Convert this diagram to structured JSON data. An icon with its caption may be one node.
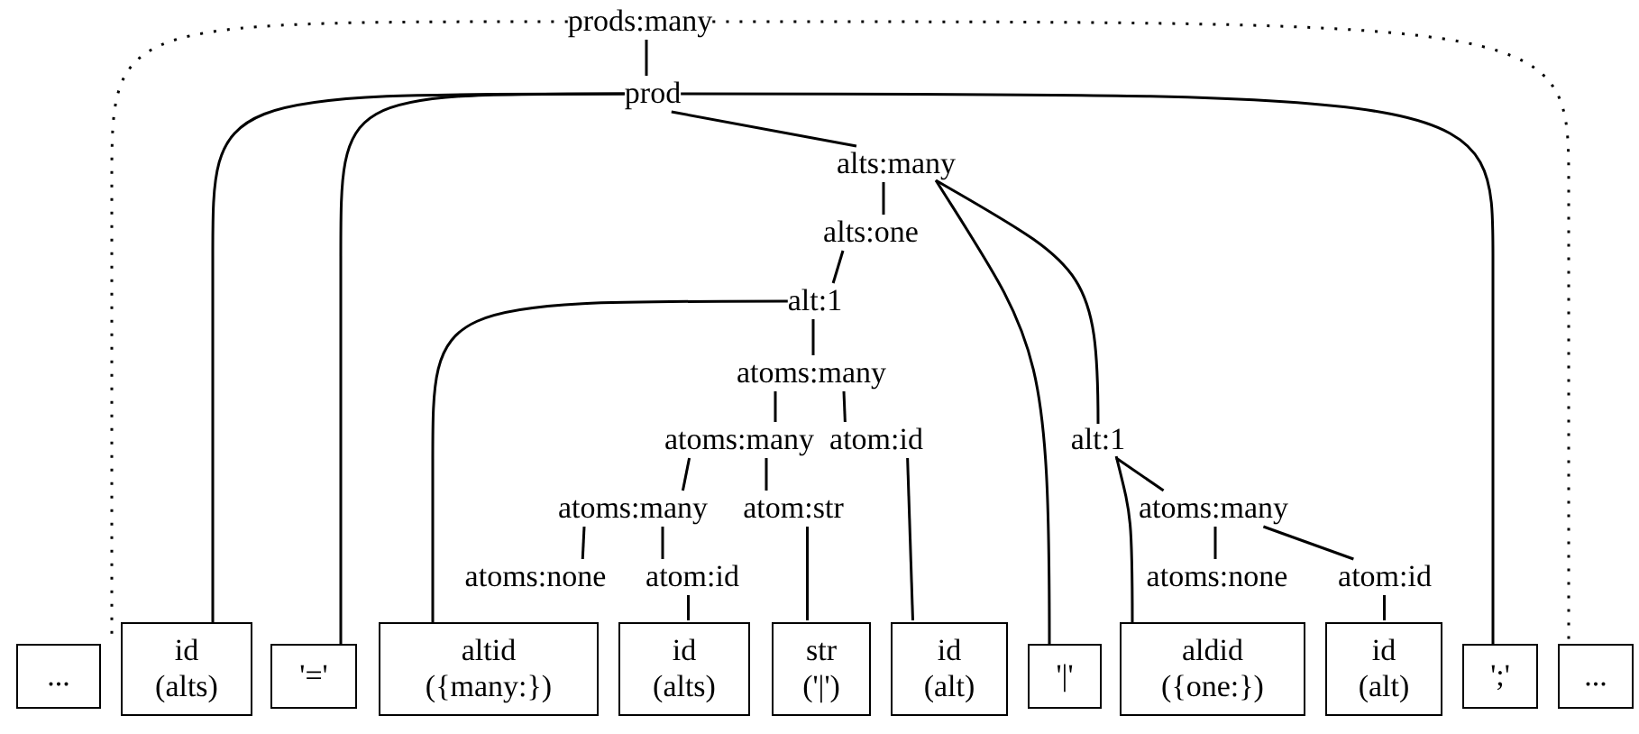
{
  "diagram": {
    "nodes": [
      {
        "text": [
          "prods:many"
        ]
      },
      {
        "text": [
          "prod"
        ]
      },
      {
        "text": [
          "alts:many"
        ]
      },
      {
        "text": [
          "alts:one"
        ]
      },
      {
        "text": [
          "alt:1"
        ]
      },
      {
        "text": [
          "atoms:many"
        ]
      },
      {
        "text": [
          "atoms:many"
        ]
      },
      {
        "text": [
          "atom:id"
        ]
      },
      {
        "text": [
          "atoms:many"
        ]
      },
      {
        "text": [
          "atom:str"
        ]
      },
      {
        "text": [
          "atoms:none"
        ]
      },
      {
        "text": [
          "atom:id"
        ]
      },
      {
        "text": [
          "alt:1"
        ]
      },
      {
        "text": [
          "atoms:many"
        ]
      },
      {
        "text": [
          "atoms:none"
        ]
      },
      {
        "text": [
          "atom:id"
        ]
      },
      {
        "text": [
          "..."
        ]
      },
      {
        "text": [
          "id",
          "(alts)"
        ]
      },
      {
        "text": [
          "'='"
        ]
      },
      {
        "text": [
          "altid",
          "({many:})"
        ]
      },
      {
        "text": [
          "id",
          "(alts)"
        ]
      },
      {
        "text": [
          "str",
          "('|')"
        ]
      },
      {
        "text": [
          "id",
          "(alt)"
        ]
      },
      {
        "text": [
          "'|'"
        ]
      },
      {
        "text": [
          "aldid",
          "({one:})"
        ]
      },
      {
        "text": [
          "id",
          "(alt)"
        ]
      },
      {
        "text": [
          "';'"
        ]
      },
      {
        "text": [
          "..."
        ]
      }
    ],
    "edges": [
      {
        "from": 0,
        "to": 1,
        "arrow": "none"
      },
      {
        "from": 0,
        "to": 16,
        "arrow": "none",
        "style": "dashed"
      },
      {
        "from": 0,
        "to": 27,
        "arrow": "none",
        "style": "dashed"
      },
      {
        "from": 1,
        "to": 17,
        "arrow": "none"
      },
      {
        "from": 1,
        "to": 18,
        "arrow": "none"
      },
      {
        "from": 1,
        "to": 2,
        "arrow": "none"
      },
      {
        "from": 1,
        "to": 26,
        "arrow": "none"
      },
      {
        "from": 2,
        "to": 3,
        "arrow": "none"
      },
      {
        "from": 2,
        "to": 23,
        "arrow": "none"
      },
      {
        "from": 2,
        "to": 12,
        "arrow": "none"
      },
      {
        "from": 3,
        "to": 4,
        "arrow": "none"
      },
      {
        "from": 4,
        "to": 19,
        "arrow": "none"
      },
      {
        "from": 4,
        "to": 5,
        "arrow": "none"
      },
      {
        "from": 5,
        "to": 6,
        "arrow": "none"
      },
      {
        "from": 5,
        "to": 7,
        "arrow": "none"
      },
      {
        "from": 6,
        "to": 8,
        "arrow": "none"
      },
      {
        "from": 6,
        "to": 9,
        "arrow": "none"
      },
      {
        "from": 8,
        "to": 10,
        "arrow": "none"
      },
      {
        "from": 8,
        "to": 11,
        "arrow": "none"
      },
      {
        "from": 11,
        "to": 20,
        "arrow": "none"
      },
      {
        "from": 9,
        "to": 21,
        "arrow": "none"
      },
      {
        "from": 7,
        "to": 22,
        "arrow": "none"
      },
      {
        "from": 12,
        "to": 24,
        "arrow": "none"
      },
      {
        "from": 12,
        "to": 13,
        "arrow": "none"
      },
      {
        "from": 13,
        "to": 14,
        "arrow": "none"
      },
      {
        "from": 13,
        "to": 15,
        "arrow": "none"
      },
      {
        "from": 15,
        "to": 25,
        "arrow": "none"
      }
    ]
  }
}
